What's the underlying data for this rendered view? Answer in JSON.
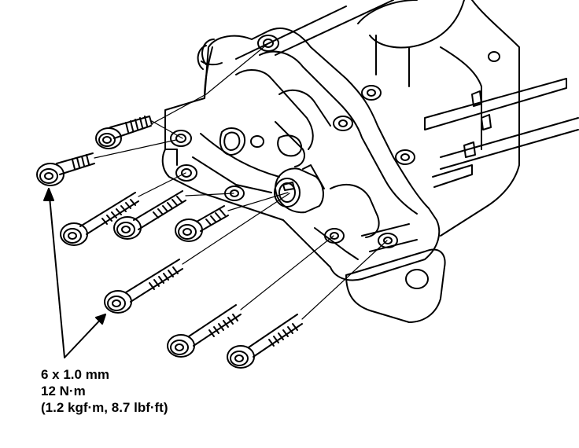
{
  "spec": {
    "thread": "6 x 1.0 mm",
    "torque_nm": "12 N·m",
    "torque_alt": "(1.2 kgf·m, 8.7 lbf·ft)"
  },
  "colors": {
    "ink": "#000000",
    "paper": "#ffffff"
  }
}
